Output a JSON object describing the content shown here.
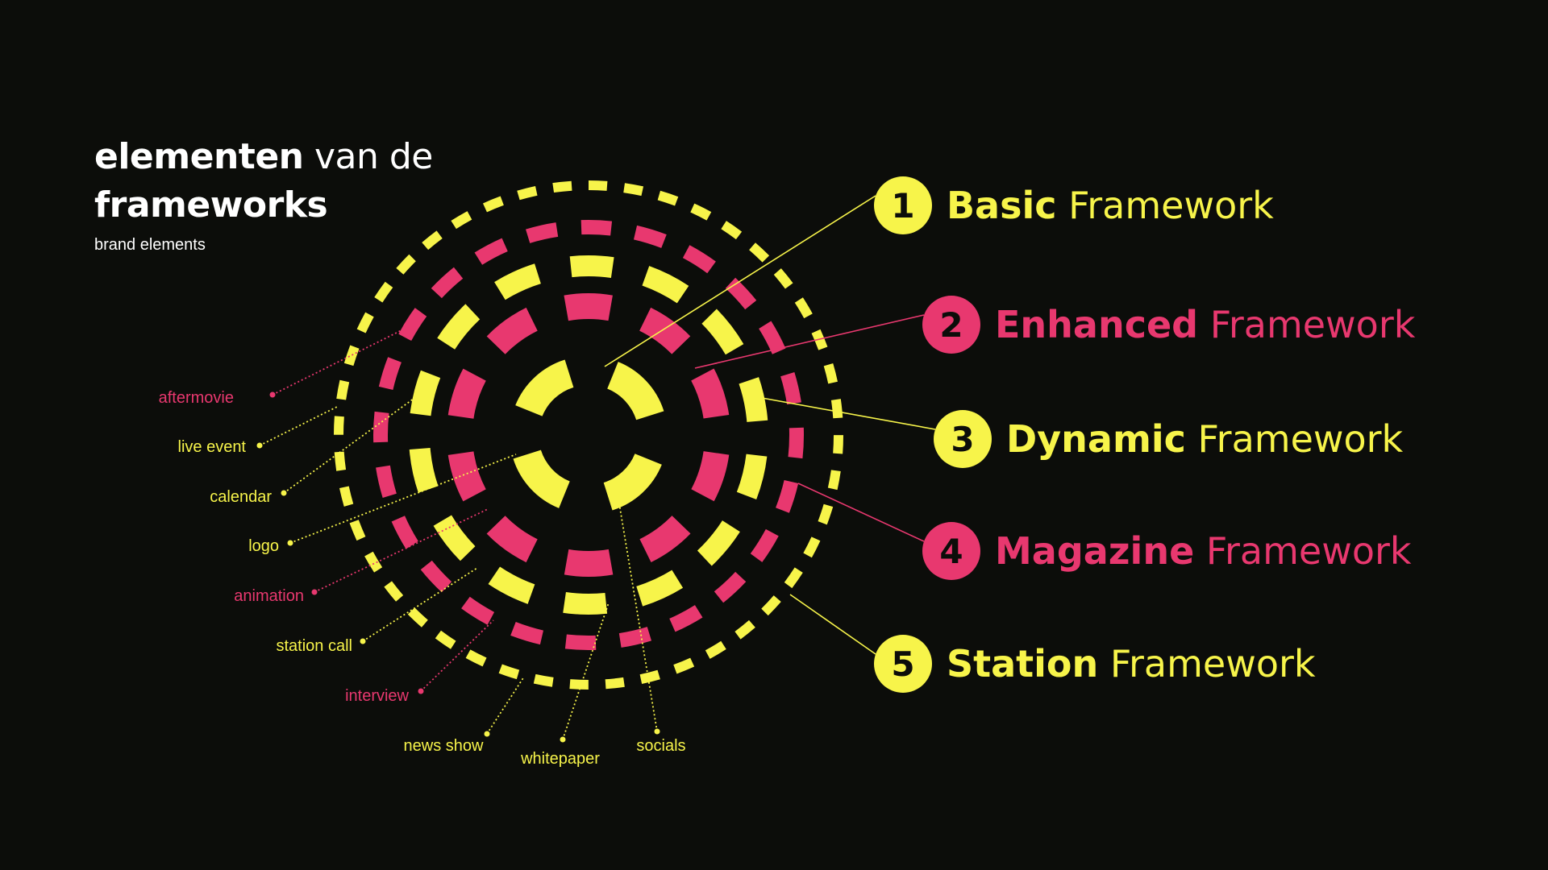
{
  "header": {
    "title_bold_1": "elementen",
    "title_light_1": " van de",
    "title_bold_2": "frameworks",
    "subtitle": "brand elements"
  },
  "colors": {
    "background": "#0c0d0a",
    "yellow": "#f7f44a",
    "pink": "#e8386f",
    "text": "#ffffff",
    "number_text": "#0c0d0a"
  },
  "frameworks": [
    {
      "number": "1",
      "name_bold": "Basic",
      "name_light": "Framework",
      "color": "yellow"
    },
    {
      "number": "2",
      "name_bold": "Enhanced",
      "name_light": "Framework",
      "color": "pink"
    },
    {
      "number": "3",
      "name_bold": "Dynamic",
      "name_light": "Framework",
      "color": "yellow"
    },
    {
      "number": "4",
      "name_bold": "Magazine",
      "name_light": "Framework",
      "color": "pink"
    },
    {
      "number": "5",
      "name_bold": "Station",
      "name_light": "Framework",
      "color": "yellow"
    }
  ],
  "elements": [
    {
      "label": "aftermovie",
      "color": "pink"
    },
    {
      "label": "live event",
      "color": "yellow"
    },
    {
      "label": "calendar",
      "color": "yellow"
    },
    {
      "label": "logo",
      "color": "yellow"
    },
    {
      "label": "animation",
      "color": "pink"
    },
    {
      "label": "station call",
      "color": "yellow"
    },
    {
      "label": "interview",
      "color": "pink"
    },
    {
      "label": "news show",
      "color": "yellow"
    },
    {
      "label": "whitepaper",
      "color": "yellow"
    },
    {
      "label": "socials",
      "color": "yellow"
    }
  ]
}
